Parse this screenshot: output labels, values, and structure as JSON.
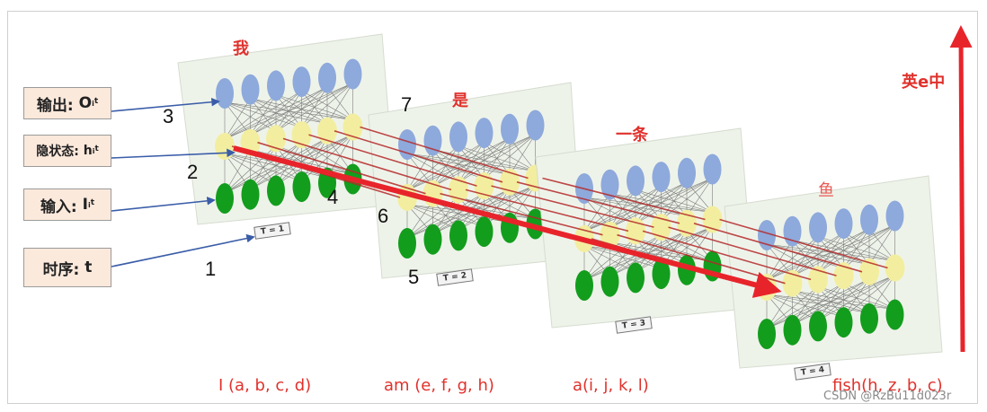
{
  "legend": {
    "output": {
      "label": "输出:",
      "sym": "O",
      "sub": "i",
      "sup": "t"
    },
    "hidden": {
      "label": "隐状态:",
      "sym": "h",
      "sub": "i",
      "sup": "t"
    },
    "input": {
      "label": "输入:",
      "sym": "I",
      "sub": "i",
      "sup": "t"
    },
    "time": {
      "label": "时序:",
      "sym": "t"
    }
  },
  "numbers": [
    "1",
    "2",
    "3",
    "4",
    "5",
    "6",
    "7"
  ],
  "output_words": [
    "我",
    "是",
    "一条",
    "鱼"
  ],
  "time_labels": [
    "T = 1",
    "T = 2",
    "T = 3",
    "T = 4"
  ],
  "input_phrases": [
    "I (a, b, c, d)",
    "am (e, f, g, h)",
    "a(i, j, k, l)",
    "fish(h, z, b, c)"
  ],
  "axis_label": "英e中",
  "watermark": "CSDN @RzBu11d023r",
  "colors": {
    "output_node": "#8ea9db",
    "hidden_node": "#f3ee9f",
    "input_node": "#139d1d",
    "panel_bg": "#eef3ea",
    "arrow_red": "#e8242b",
    "recurrent_line": "#b52a2a",
    "legend_bg": "#fbe9dc",
    "pointer_blue": "#3a5da8"
  }
}
